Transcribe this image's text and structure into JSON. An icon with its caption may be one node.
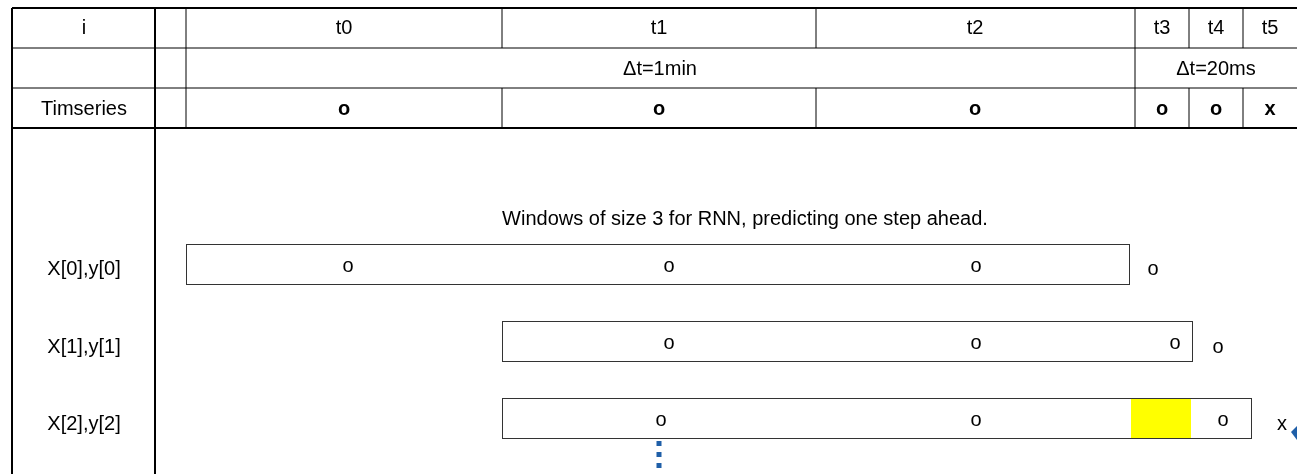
{
  "diagram": {
    "nodes": [
      {
        "text": [
          "o",
          "o",
          "o"
        ]
      },
      {
        "text": [
          "o",
          "o",
          "o"
        ]
      },
      {
        "text": [
          "o",
          "o",
          "o"
        ]
      }
    ],
    "labels": [
      "i",
      "t0",
      "t1",
      "t2",
      "t3",
      "t4",
      "t5",
      "Δt=1min",
      "Δt=20ms",
      "Timseries",
      "o",
      "o",
      "o",
      "o",
      "o",
      "x",
      "Windows of size 3 for RNN, predicting one step ahead.",
      "X[0],y[0]",
      "o",
      "X[1],y[1]",
      "o",
      "X[2],y[2]",
      "x"
    ]
  }
}
